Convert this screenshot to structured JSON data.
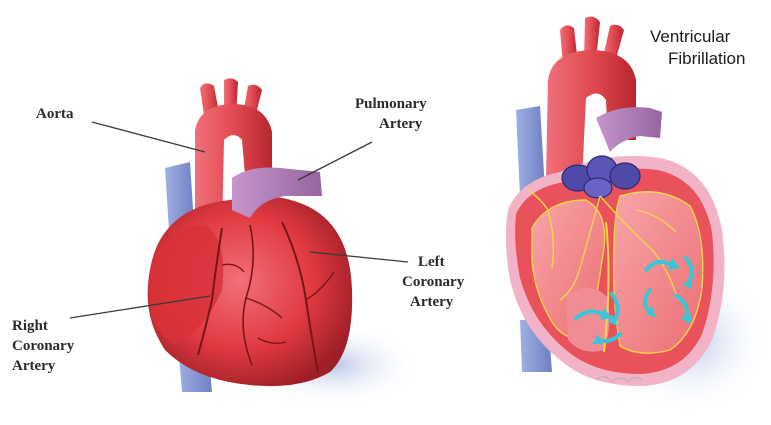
{
  "left_panel": {
    "labels": {
      "aorta": "Aorta",
      "pulmonary_artery": [
        "Pulmonary",
        "Artery"
      ],
      "left_coronary_artery": [
        "Left",
        "Coronary",
        "Artery"
      ],
      "right_coronary_artery": [
        "Right",
        "Coronary",
        "Artery"
      ]
    }
  },
  "right_panel": {
    "title": [
      "Ventricular",
      "Fibrillation"
    ]
  },
  "colors": {
    "heart_red": "#e0393f",
    "heart_dark": "#9e1f27",
    "vein_blue": "#8e9fd6",
    "vessel_purple": "#b07ab8",
    "arrow_cyan": "#39c6d6",
    "shadow": "#c9d6ee",
    "conduction_yellow": "#f3d34a"
  }
}
